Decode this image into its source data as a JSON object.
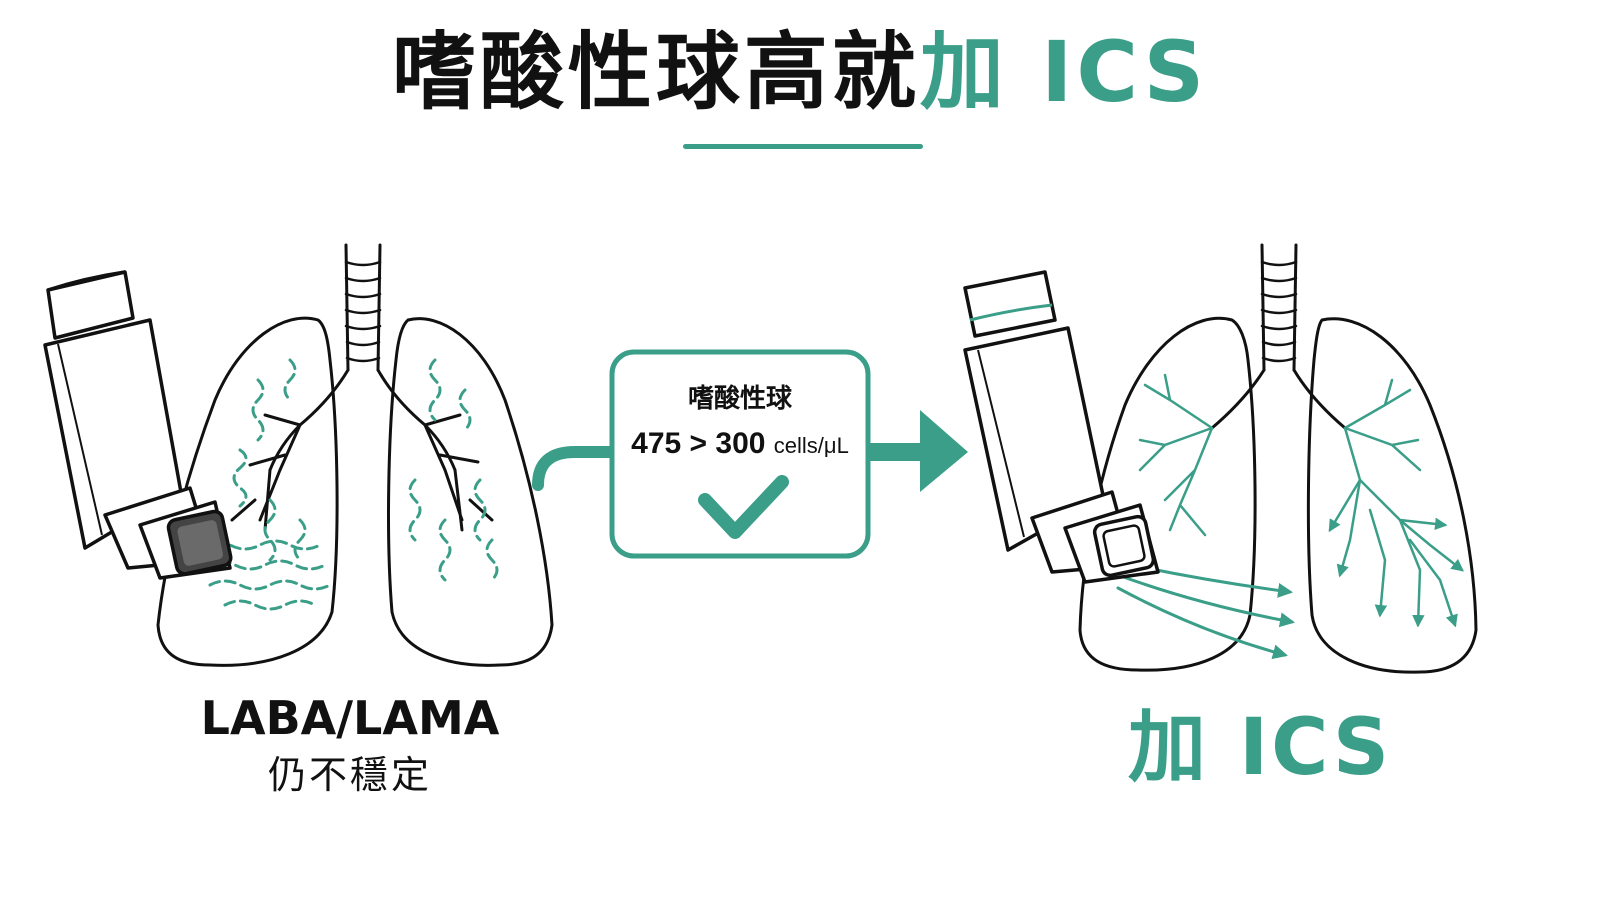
{
  "title": {
    "main": "嗜酸性球高就",
    "accent": "加 ICS"
  },
  "left": {
    "label": "LABA/LAMA",
    "sub": "仍不穩定"
  },
  "box": {
    "title": "嗜酸性球",
    "value": "475 > 300",
    "unit": "cells/μL"
  },
  "right": {
    "label": "加 ICS"
  },
  "colors": {
    "accent": "#3a9e88",
    "ink": "#111111"
  }
}
